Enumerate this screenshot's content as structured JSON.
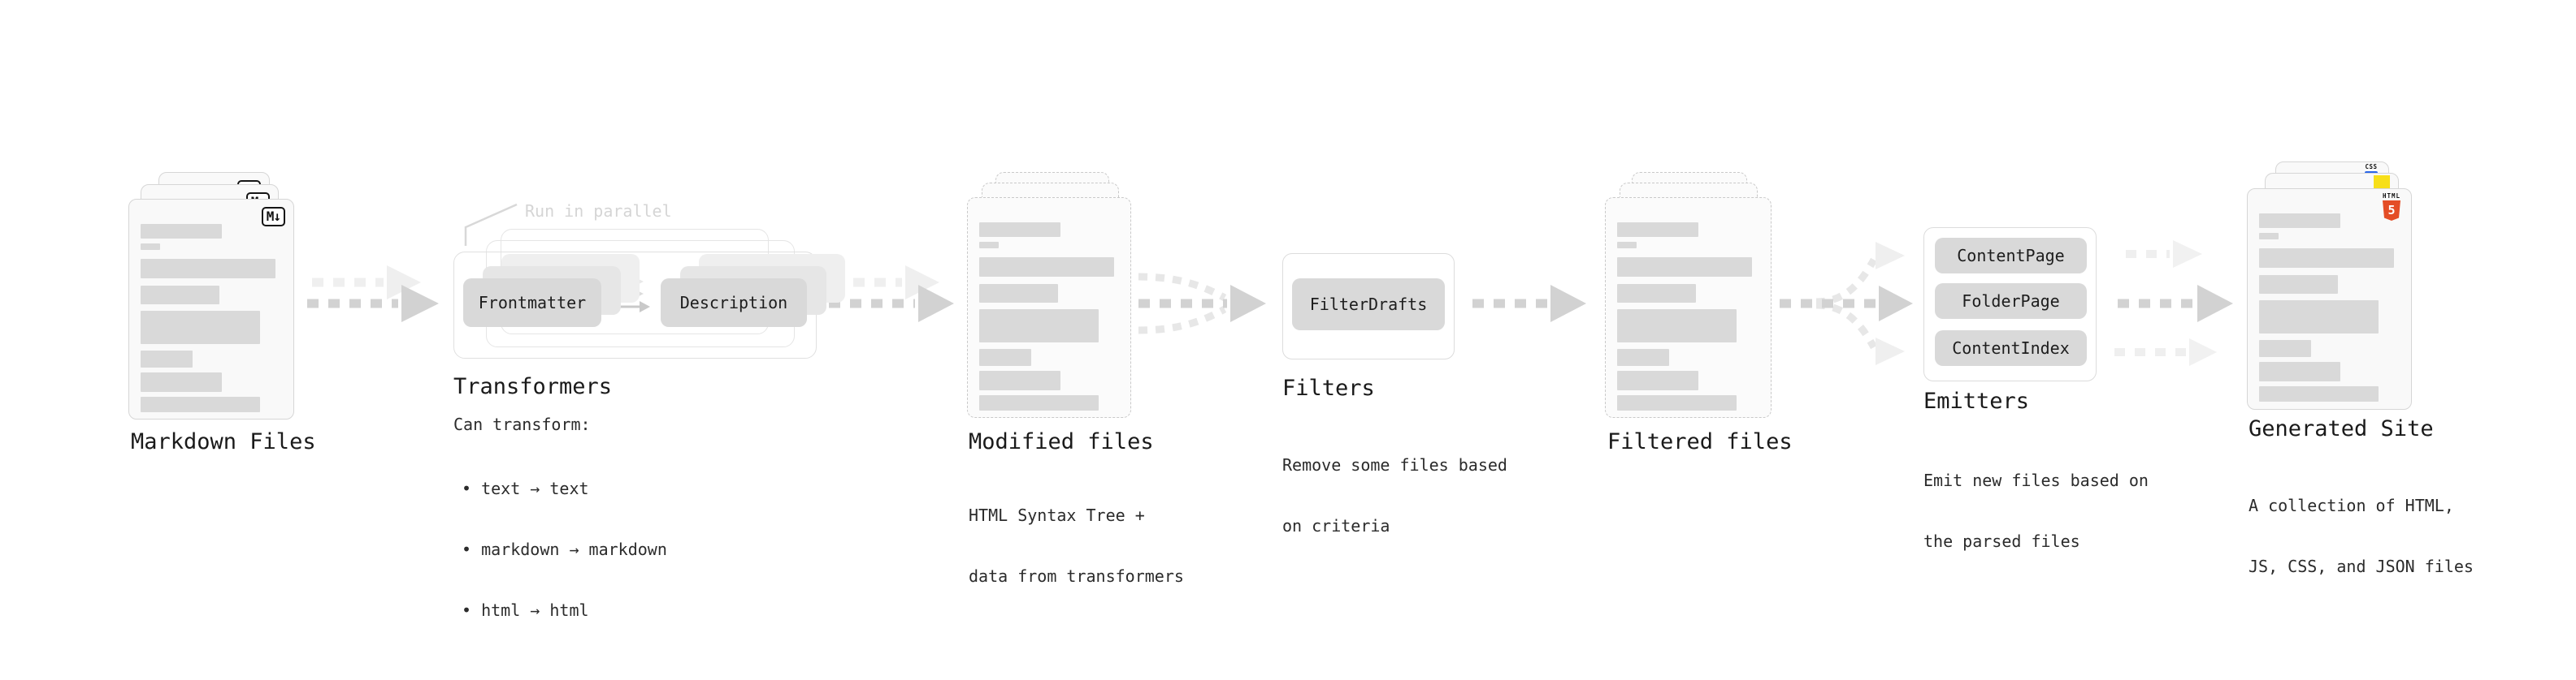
{
  "stages": {
    "markdown_files": {
      "label": "Markdown Files",
      "badge": "M↓"
    },
    "transformers": {
      "annotation": "Run in parallel",
      "step_from": "Frontmatter",
      "step_to": "Description",
      "title": "Transformers",
      "desc_heading": "Can transform:",
      "bullets": [
        "text → text",
        "markdown → markdown",
        "html → html"
      ]
    },
    "modified_files": {
      "label": "Modified files",
      "desc_lines": [
        "HTML Syntax Tree +",
        "data from transformers"
      ]
    },
    "filters": {
      "title": "Filters",
      "button": "FilterDrafts",
      "desc_lines": [
        "Remove some files based",
        "on criteria"
      ]
    },
    "filtered_files": {
      "label": "Filtered files"
    },
    "emitters": {
      "title": "Emitters",
      "buttons": [
        "ContentPage",
        "FolderPage",
        "ContentIndex"
      ],
      "desc_lines": [
        "Emit new files based on",
        "the parsed files"
      ]
    },
    "generated_site": {
      "label": "Generated Site",
      "desc_lines": [
        "A collection of HTML,",
        "JS, CSS, and JSON files"
      ],
      "badge_html_text": "HTML",
      "badge_html_number": "5",
      "badge_css_text": "CSS"
    }
  },
  "colors": {
    "background": "#ffffff",
    "card_fill": "#f9f9f9",
    "card_border": "#d6d6d6",
    "dashed_border": "#c9c9c9",
    "content_bar": "#d9d9d9",
    "button_fill": "#d9d9d9",
    "arrow_dark": "#d2d2d2",
    "arrow_light": "#efefef",
    "annotation_gray": "#d5d5d5",
    "html5_orange": "#e44d26",
    "js_yellow": "#f7df19",
    "css_blue": "#2b66e8"
  }
}
